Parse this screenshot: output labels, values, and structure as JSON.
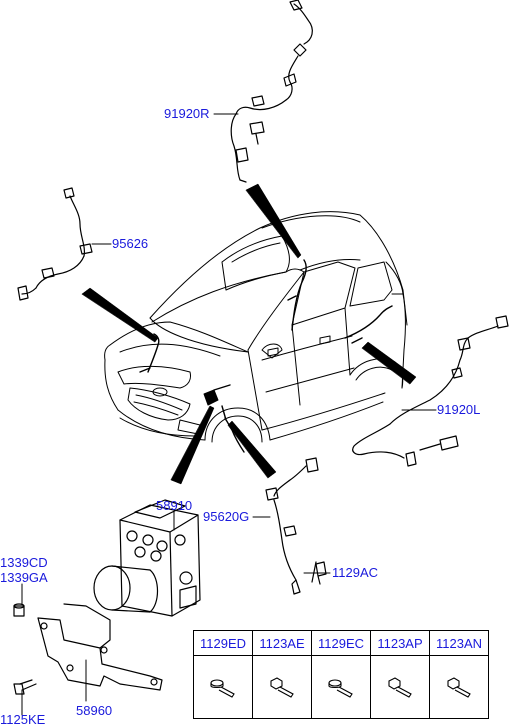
{
  "labels": {
    "sensor_front_right": "91920R",
    "sensor_front_left": "95626",
    "sensor_rear_left": "91920L",
    "abs_unit": "58910",
    "sensor_rear_right": "95620G",
    "bolt_sensor": "1129AC",
    "bracket_bolt_1": "1339CD",
    "bracket_bolt_2": "1339GA",
    "bracket": "58960",
    "bracket_screw": "1125KE"
  },
  "fastener_table": {
    "headers": [
      "1129ED",
      "1123AE",
      "1129EC",
      "1123AP",
      "1123AN"
    ]
  },
  "colors": {
    "label_blue": "#1a1adc",
    "line_black": "#000000"
  }
}
